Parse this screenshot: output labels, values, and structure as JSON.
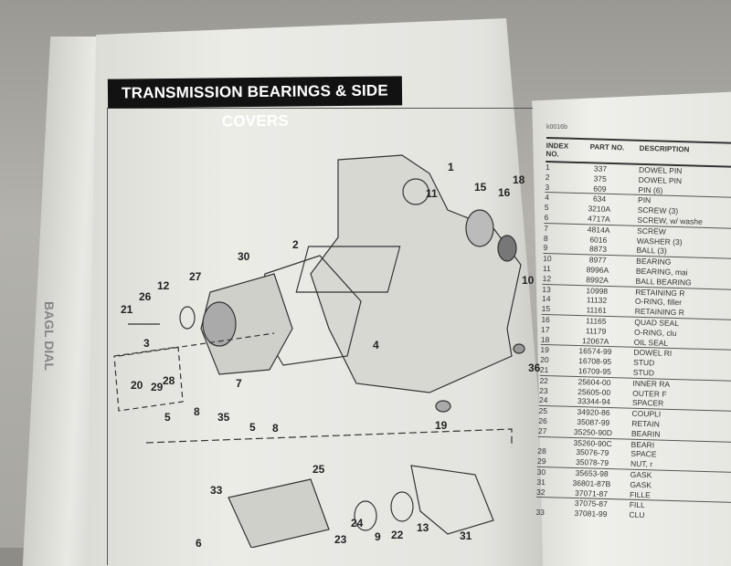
{
  "page_title": "TRANSMISSION BEARINGS & SIDE COVERS",
  "figure_code": "k0016b",
  "spine_text": "BAGL DIAL",
  "table": {
    "headers": [
      "INDEX NO.",
      "PART NO.",
      "DESCRIPTION"
    ],
    "rows": [
      [
        "1",
        "337",
        "DOWEL PIN"
      ],
      [
        "2",
        "375",
        "DOWEL PIN"
      ],
      [
        "3",
        "609",
        "PIN (6)"
      ],
      [
        "4",
        "634",
        "PIN"
      ],
      [
        "5",
        "3210A",
        "SCREW (3)"
      ],
      [
        "6",
        "4717A",
        "SCREW, w/ washe"
      ],
      [
        "7",
        "4814A",
        "SCREW"
      ],
      [
        "8",
        "6016",
        "WASHER (3)"
      ],
      [
        "9",
        "8873",
        "BALL (3)"
      ],
      [
        "10",
        "8977",
        "BEARING"
      ],
      [
        "11",
        "8996A",
        "BEARING, mai"
      ],
      [
        "12",
        "8992A",
        "BALL BEARING"
      ],
      [
        "13",
        "10998",
        "RETAINING R"
      ],
      [
        "14",
        "11132",
        "O-RING, filler"
      ],
      [
        "15",
        "11161",
        "RETAINING R"
      ],
      [
        "16",
        "11165",
        "QUAD SEAL"
      ],
      [
        "17",
        "11179",
        "O-RING, clu"
      ],
      [
        "18",
        "12067A",
        "OIL SEAL"
      ],
      [
        "19",
        "16574-99",
        "DOWEL RI"
      ],
      [
        "20",
        "16708-95",
        "STUD"
      ],
      [
        "21",
        "16709-95",
        "STUD"
      ],
      [
        "22",
        "25604-00",
        "INNER RA"
      ],
      [
        "23",
        "25605-00",
        "OUTER F"
      ],
      [
        "24",
        "33344-94",
        "SPACER"
      ],
      [
        "25",
        "34920-86",
        "COUPLI"
      ],
      [
        "26",
        "35087-99",
        "RETAIN"
      ],
      [
        "27",
        "35250-90D",
        "BEARIN"
      ],
      [
        "",
        "35260-90C",
        "BEARI"
      ],
      [
        "28",
        "35076-79",
        "SPACE"
      ],
      [
        "29",
        "35078-79",
        "NUT, r"
      ],
      [
        "30",
        "35653-98",
        "GASK"
      ],
      [
        "31",
        "36801-87B",
        "GASK"
      ],
      [
        "32",
        "37071-87",
        "FILLE"
      ],
      [
        "",
        "37075-87",
        "FILL"
      ],
      [
        "33",
        "37081-99",
        "CLU"
      ]
    ]
  },
  "callouts": [
    "1",
    "11",
    "15",
    "16",
    "18",
    "2",
    "30",
    "27",
    "12",
    "26",
    "21",
    "10",
    "4",
    "3",
    "20",
    "29",
    "28",
    "7",
    "5",
    "8",
    "35",
    "5",
    "8",
    "36",
    "19",
    "25",
    "33",
    "6",
    "23",
    "9",
    "22",
    "13",
    "31",
    "24"
  ]
}
